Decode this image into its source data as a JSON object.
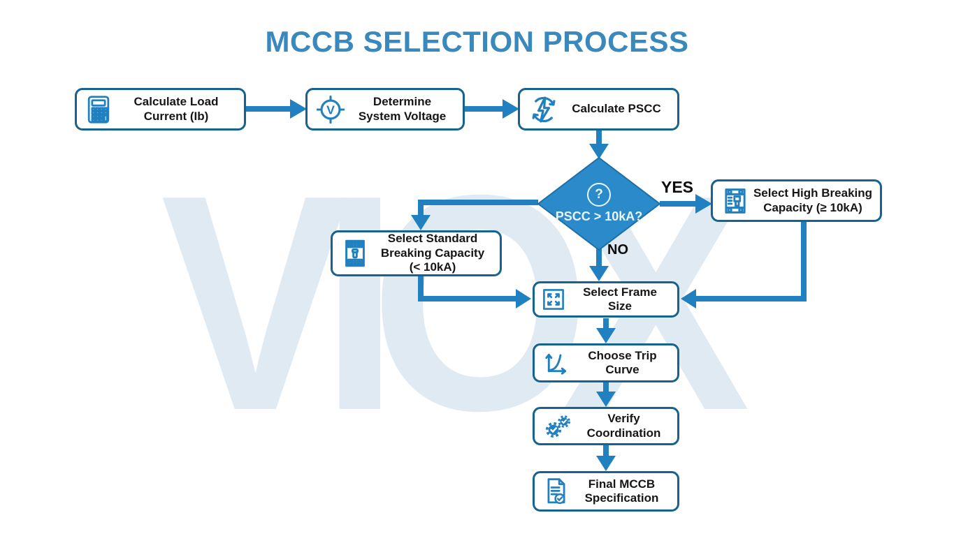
{
  "title": "MCCB SELECTION PROCESS",
  "watermark": "VIOX",
  "colors": {
    "accent": "#2180bf",
    "box_border": "#16638f",
    "diamond_fill": "#2b8bca",
    "diamond_text": "#e9f6fd",
    "title_text": "#3a89bd",
    "label_text": "#161616",
    "watermark_text": "#dfeaf3"
  },
  "nodes": {
    "load_current": {
      "label": "Calculate Load\nCurrent (Ib)",
      "icon": "calculator-icon"
    },
    "system_voltage": {
      "label": "Determine\nSystem Voltage",
      "icon": "voltmeter-icon"
    },
    "calculate_pscc": {
      "label": "Calculate PSCC",
      "icon": "short-circuit-icon"
    },
    "high_breaking": {
      "label": "Select High Breaking\nCapacity (≥ 10kA)",
      "icon": "breaker-2pole-icon"
    },
    "standard_breaking": {
      "label": "Select Standard\nBreaking Capacity\n(< 10kA)",
      "icon": "breaker-3pole-icon"
    },
    "frame_size": {
      "label": "Select Frame Size",
      "icon": "expand-frame-icon"
    },
    "trip_curve": {
      "label": "Choose Trip\nCurve",
      "icon": "trip-curve-icon"
    },
    "verify_coordination": {
      "label": "Verify\nCoordination",
      "icon": "gears-check-icon"
    },
    "final_spec": {
      "label": "Final MCCB\nSpecification",
      "icon": "document-check-icon"
    }
  },
  "decision": {
    "label": "PSCC > 10kA?",
    "icon": "question-icon",
    "question_mark": "?",
    "yes_label": "YES",
    "no_label": "NO"
  }
}
